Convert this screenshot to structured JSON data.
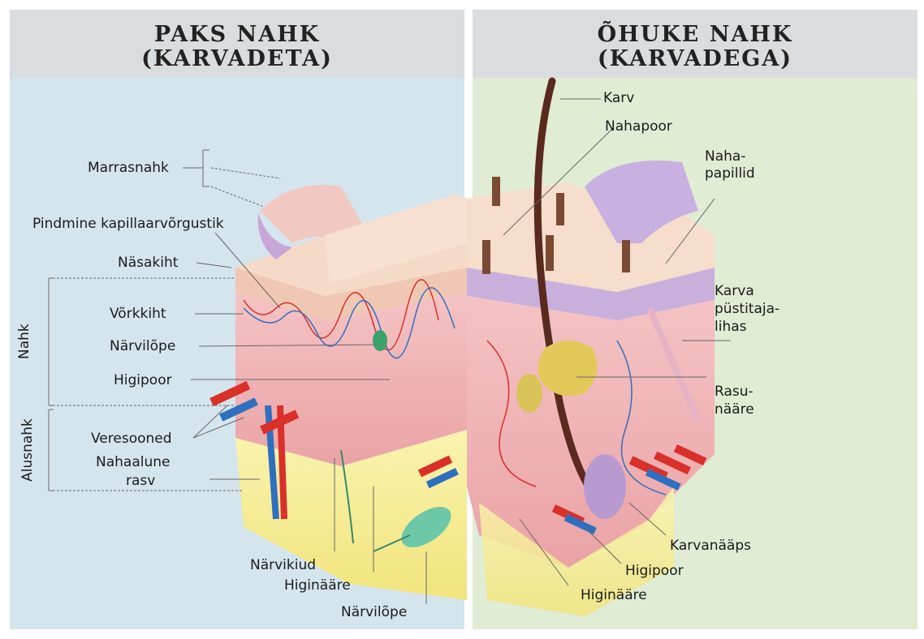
{
  "left_panel": {
    "title_line1": "PAKS NAHK",
    "title_line2": "(KARVADETA)",
    "labels": {
      "marrasnahk": "Marrasnahk",
      "pindmine": "Pindmine kapillaarvõrgustik",
      "nasakiht": "Näsakiht",
      "vorkkiht": "Võrkkiht",
      "narvilope": "Närvilõpe",
      "higipoor": "Higipoor",
      "veresooned": "Veresooned",
      "nahaalune_1": "Nahaalune",
      "nahaalune_2": "rasv",
      "narvikiud": "Närvikiud",
      "higinaare": "Higinääre",
      "narvilope_bottom": "Närvilõpe",
      "nahk": "Nahk",
      "alusnahk": "Alusnahk"
    }
  },
  "right_panel": {
    "title_line1": "ÕHUKE NAHK",
    "title_line2": "(KARVADEGA)",
    "labels": {
      "karv": "Karv",
      "nahapoor": "Nahapoor",
      "papillid_1": "Naha-",
      "papillid_2": "papillid",
      "karva_1": "Karva",
      "karva_2": "püstitaja-",
      "karva_3": "lihas",
      "rasu_1": "Rasu-",
      "rasu_2": "nääre",
      "karvanaaps": "Karvanääps",
      "higipoor": "Higipoor",
      "higinaare": "Higinääre"
    }
  },
  "colors": {
    "left_bg": "#d5e5ee",
    "right_bg": "#e0ecd4",
    "header_bg": "#d9dde0",
    "dermis": "#f2b6b8",
    "epidermis": "#f6d9c6",
    "fat": "#f7ee9a",
    "vessel_red": "#d9302a",
    "vessel_blue": "#2f6fc0",
    "hair": "#5a2a1e"
  }
}
